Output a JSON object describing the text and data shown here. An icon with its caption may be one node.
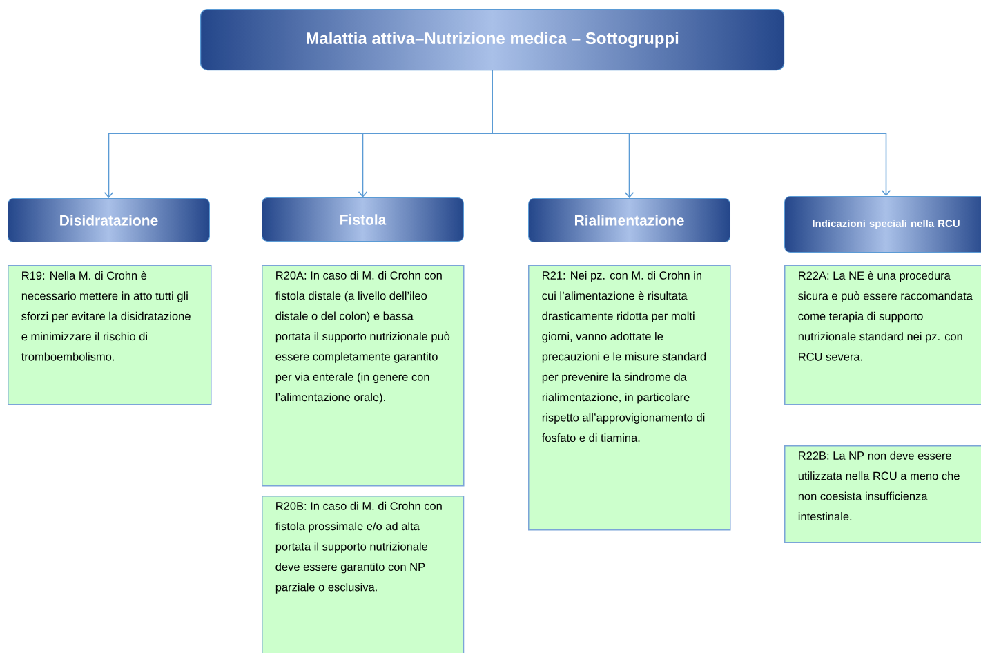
{
  "diagram": {
    "nodes": [
      {
        "text": [
          "Malattia attiva–Nutrizione medica –  Sottogruppi"
        ]
      },
      {
        "text": [
          "Disidratazione"
        ]
      },
      {
        "text": [
          "Fistola"
        ]
      },
      {
        "text": [
          "Rialimentazione"
        ]
      },
      {
        "text": [
          "Indicazioni speciali nella RCU"
        ]
      },
      {
        "text": [
          "R19: Nella M. di Crohn è necessario mettere in atto tutti gli sforzi per evitare la disidratazione e minimizzare il rischio di tromboembolismo."
        ]
      },
      {
        "text": [
          "R20A: In caso di M. di Crohn con fistola distale (a livello dell’ileo distale o del colon) e bassa portata il supporto nutrizionale può essere completamente garantito per via enterale (in genere con l’alimentazione orale)."
        ]
      },
      {
        "text": [
          "R20B: In caso di M. di Crohn con fistola prossimale e/o ad alta portata il supporto nutrizionale deve essere garantito con NP parziale o esclusiva."
        ]
      },
      {
        "text": [
          "R21: Nei pz. con M. di Crohn in cui l’alimentazione è risultata drasticamente ridotta per molti giorni, vanno adottate le precauzioni e le misure standard per prevenire la sindrome da rialimentazione, in particolare rispetto all’approvigionamento di fosfato e di tiamina."
        ]
      },
      {
        "text": [
          "R22A: La NE è una procedura sicura e può essere raccomandata come terapia di supporto nutrizionale standard nei pz. con RCU severa."
        ]
      },
      {
        "text": [
          "R22B: La NP non deve essere utilizzata nella RCU a meno che non coesista insufficienza intestinale."
        ]
      }
    ],
    "edges": [
      {
        "from": 0,
        "to": 1,
        "arrow": "to"
      },
      {
        "from": 0,
        "to": 2,
        "arrow": "to"
      },
      {
        "from": 0,
        "to": 3,
        "arrow": "to"
      },
      {
        "from": 0,
        "to": 4,
        "arrow": "to"
      }
    ]
  }
}
